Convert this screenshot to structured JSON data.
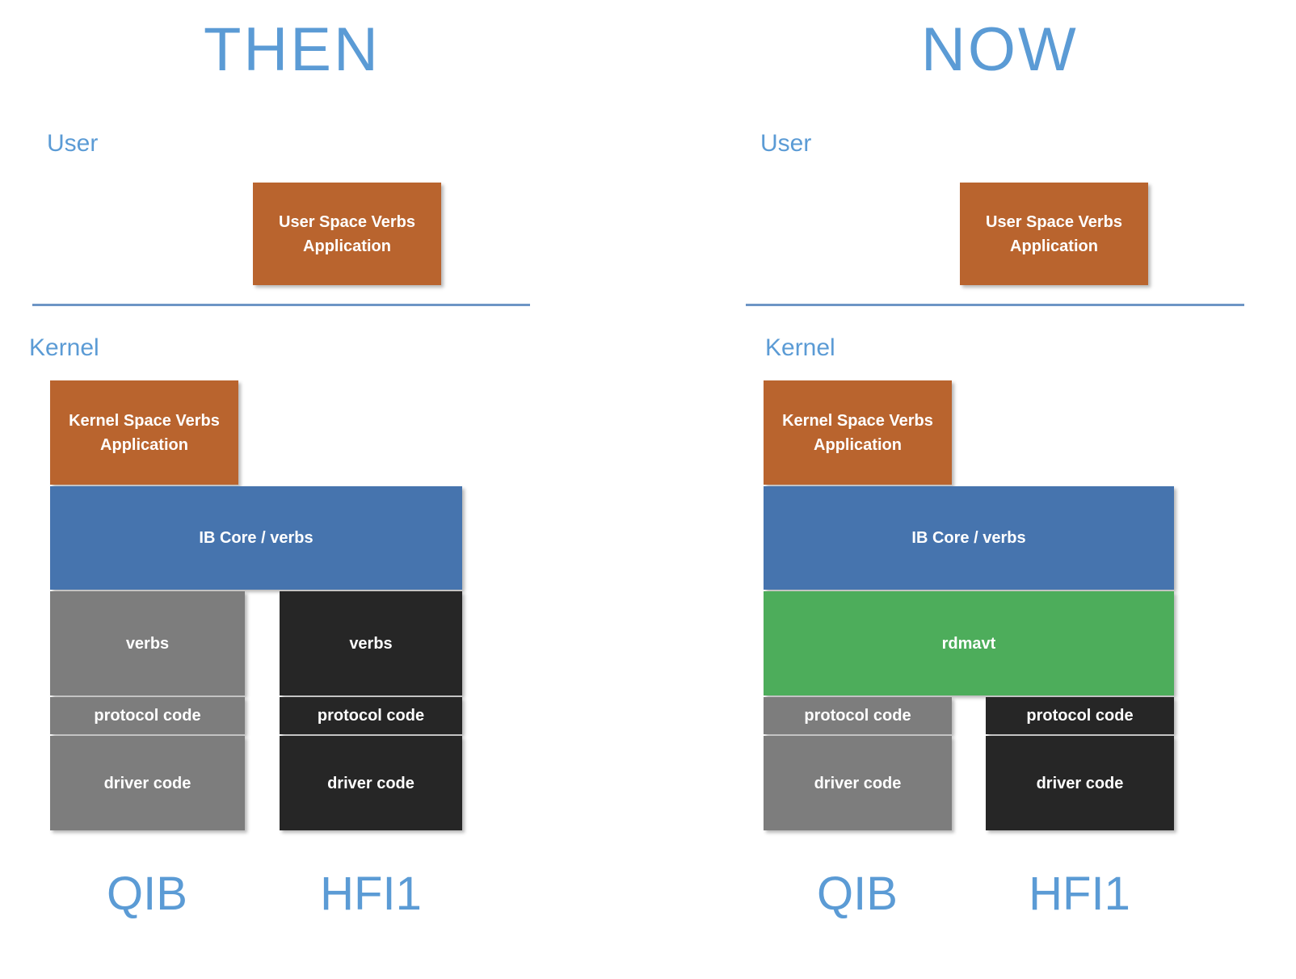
{
  "colors": {
    "accent_blue": "#5B9BD5",
    "divider_blue": "#6D95C5",
    "orange_box": "#B9642E",
    "blue_box": "#4674AE",
    "green_box": "#4DAD5B",
    "gray_box": "#7D7D7D",
    "dark_box": "#262626"
  },
  "then": {
    "title": "THEN",
    "user_section_label": "User",
    "kernel_section_label": "Kernel",
    "user_space_app": "User Space Verbs Application",
    "kernel_space_app": "Kernel Space Verbs Application",
    "ib_core": "IB Core / verbs",
    "qib": {
      "label": "QIB",
      "rows": [
        "verbs",
        "protocol code",
        "driver code"
      ]
    },
    "hfi1": {
      "label": "HFI1",
      "rows": [
        "verbs",
        "protocol code",
        "driver code"
      ]
    }
  },
  "now": {
    "title": "NOW",
    "user_section_label": "User",
    "kernel_section_label": "Kernel",
    "user_space_app": "User Space Verbs Application",
    "kernel_space_app": "Kernel Space Verbs Application",
    "ib_core": "IB Core / verbs",
    "rdmavt": "rdmavt",
    "qib": {
      "label": "QIB",
      "rows": [
        "protocol code",
        "driver code"
      ]
    },
    "hfi1": {
      "label": "HFI1",
      "rows": [
        "protocol code",
        "driver code"
      ]
    }
  }
}
